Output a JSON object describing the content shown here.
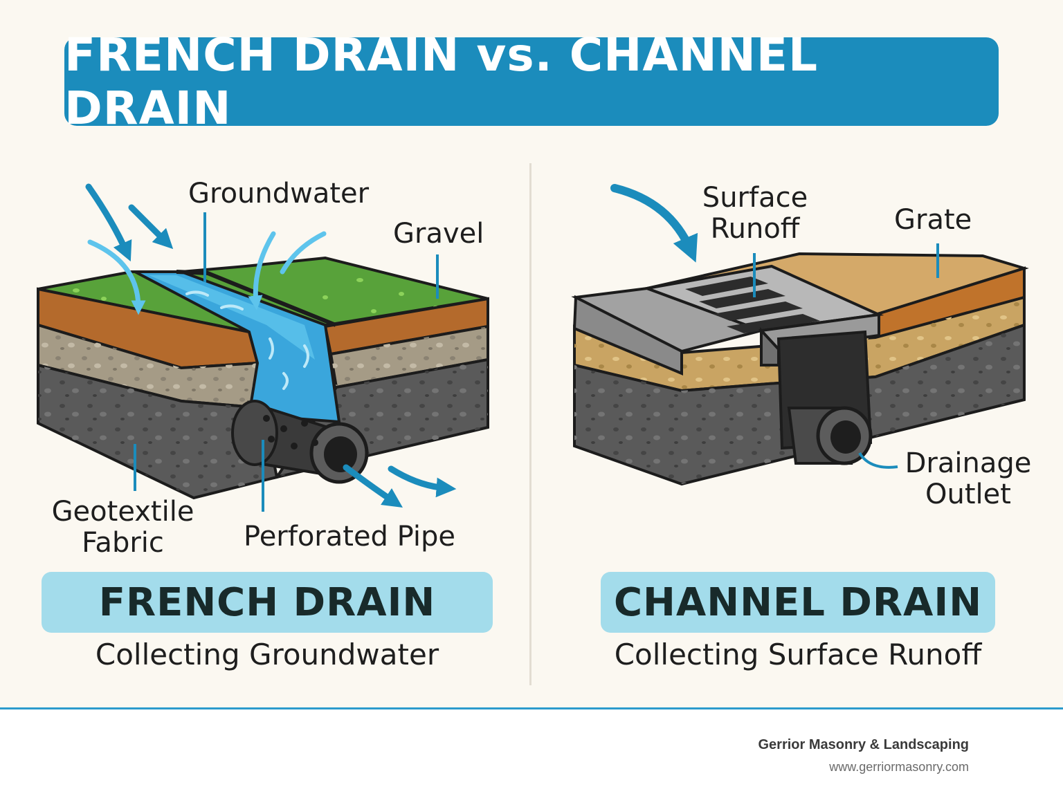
{
  "title": "FRENCH DRAIN vs. CHANNEL DRAIN",
  "french": {
    "labels": {
      "groundwater": "Groundwater",
      "gravel": "Gravel",
      "geotextile_line1": "Geotextile",
      "geotextile_line2": "Fabric",
      "pipe": "Perforated Pipe"
    },
    "caption_title": "FRENCH DRAIN",
    "caption_subtitle": "Collecting Groundwater"
  },
  "channel": {
    "labels": {
      "surface_line1": "Surface",
      "surface_line2": "Runoff",
      "grate": "Grate",
      "outlet_line1": "Drainage",
      "outlet_line2": "Outlet"
    },
    "caption_title": "CHANNEL DRAIN",
    "caption_subtitle": "Collecting Surface Runoff"
  },
  "footer": {
    "brand": "Gerrior Masonry & Landscaping",
    "url": "www.gerriormasonry.com"
  },
  "colors": {
    "banner": "#1b8cbc",
    "caption_box": "#a3dceb",
    "grass": "#58a23a",
    "soil": "#b46a2c",
    "gravel": "#a59b86",
    "rock": "#5a5a5a",
    "water": "#3aa6dc",
    "arrow": "#1b8cbc",
    "sand": "#c9a463",
    "concrete": "#9a9a9a"
  }
}
